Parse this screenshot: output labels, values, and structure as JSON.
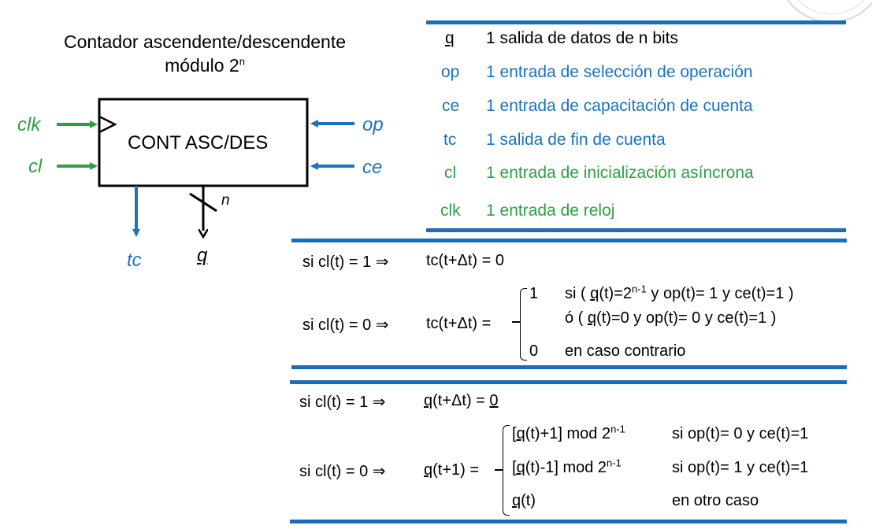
{
  "title": {
    "line1": "Contador ascendente/descendente",
    "line2_prefix": "módulo 2",
    "line2_sup": "n"
  },
  "block": {
    "label": "CONT ASC/DES",
    "inputs_left": [
      "clk",
      "cl"
    ],
    "inputs_right": [
      "op",
      "ce"
    ],
    "outputs": [
      "tc",
      "q"
    ],
    "bus_width": "n"
  },
  "signals": [
    {
      "name": "q",
      "desc": "1 salida de datos de n bits",
      "color": "#000000"
    },
    {
      "name": "op",
      "desc": "1 entrada de selección de operación",
      "color": "#1a73c1"
    },
    {
      "name": "ce",
      "desc": "1 entrada de capacitación de cuenta",
      "color": "#1a73c1"
    },
    {
      "name": "tc",
      "desc": "1 salida de fin de cuenta",
      "color": "#1a73c1"
    },
    {
      "name": "cl",
      "desc": "1 entrada de inicialización asíncrona",
      "color": "#2ea043"
    },
    {
      "name": "clk",
      "desc": "1 entrada de reloj",
      "color": "#2ea043"
    }
  ],
  "tc_eq": {
    "row1_cond": "si cl(t) = 1 ⇒",
    "row1_result": "tc(t+Δt) = 0",
    "row2_cond": "si cl(t) = 0 ⇒",
    "row2_lhs": "tc(t+Δt) =",
    "case1_val": "1",
    "case1_a_pre": "si ( ",
    "case1_a_q": "q",
    "case1_a_mid": "(t)=2",
    "case1_a_sup": "n-1",
    "case1_a_post": " y op(t)= 1 y ce(t)=1 )",
    "case1_b_pre": "ó ( ",
    "case1_b_q": "q",
    "case1_b_post": "(t)=0 y op(t)= 0 y ce(t)=1 )",
    "case2_val": "0",
    "case2_text": "en caso contrario"
  },
  "q_eq": {
    "row1_cond": "si cl(t) = 1 ⇒",
    "row1_q": "q",
    "row1_mid": "(t+Δt) = ",
    "row1_zero": "0",
    "row2_cond": "si cl(t) = 0 ⇒",
    "row2_q": "q",
    "row2_mid": "(t+1) =",
    "case1_pre": "[",
    "case1_q": "q",
    "case1_post": "(t)+1] mod 2",
    "case1_sup": "n-1",
    "case1_cond": "si op(t)= 0 y ce(t)=1",
    "case2_pre": "[",
    "case2_q": "q",
    "case2_post": "(t)-1] mod 2",
    "case2_sup": "n-1",
    "case2_cond": "si op(t)= 1 y ce(t)=1",
    "case3_q": "q",
    "case3_post": "(t)",
    "case3_cond": "en otro caso"
  },
  "colors": {
    "rule": "#1a6dbd",
    "blue": "#1a73c1",
    "green": "#2ea043"
  }
}
